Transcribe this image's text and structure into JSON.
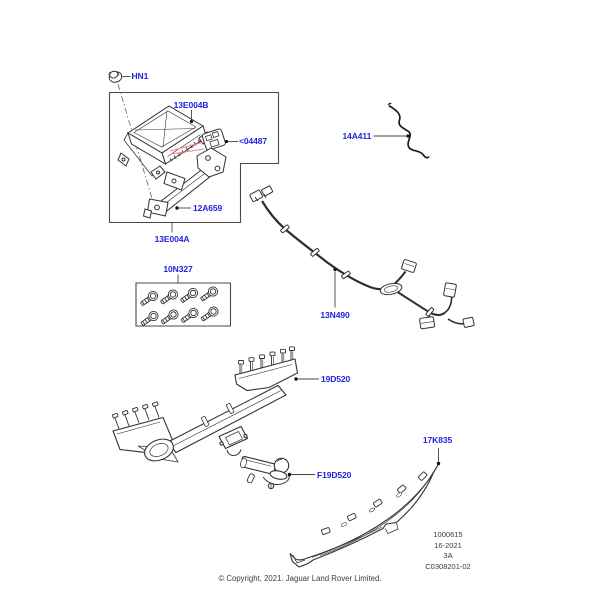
{
  "diagram": {
    "title_context": "towing equipment exploded parts diagram",
    "callouts": [
      {
        "id": "hn1",
        "label": "HN1"
      },
      {
        "id": "13e004b",
        "label": "13E004B"
      },
      {
        "id": "04487",
        "label": "<04487"
      },
      {
        "id": "12a659",
        "label": "12A659"
      },
      {
        "id": "13e004a",
        "label": "13E004A"
      },
      {
        "id": "14a411",
        "label": "14A411"
      },
      {
        "id": "10n327",
        "label": "10N327"
      },
      {
        "id": "13n490",
        "label": "13N490"
      },
      {
        "id": "19d520",
        "label": "19D520"
      },
      {
        "id": "f19d520",
        "label": "F19D520"
      },
      {
        "id": "17k835",
        "label": "17K835"
      }
    ],
    "colors": {
      "callout_text": "#2222e0",
      "line": "#333333",
      "accent_red": "#ef8585",
      "background": "#ffffff"
    },
    "reference_block": {
      "lines": [
        "1000615",
        "16-2021",
        "3A",
        "C0308201-02"
      ]
    },
    "footer": {
      "copyright": "© Copyright, 2021. Jaguar Land Rover Limited."
    }
  }
}
